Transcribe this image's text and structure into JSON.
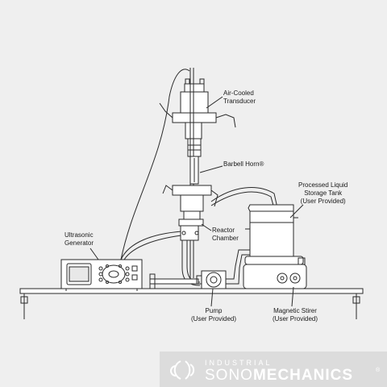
{
  "labels": {
    "transducer": [
      "Air-Cooled",
      "Transducer"
    ],
    "horn": "Barbell Horn®",
    "reactor": [
      "Reactor",
      "Chamber"
    ],
    "generator": [
      "Ultrasonic",
      "Generator"
    ],
    "tank": [
      "Processed Liquid",
      "Storage Tank",
      "(User Provided)"
    ],
    "pump": [
      "Pump",
      "(User Provided)"
    ],
    "stirer": [
      "Magnetic Stirer",
      "(User Provided)"
    ]
  },
  "logo": {
    "line1": "INDUSTRIAL",
    "line2_a": "SONO",
    "line2_b": "MECHANICS",
    "reg": "®"
  },
  "colors": {
    "background": "#efefef",
    "line": "#2a2a2a",
    "logo_band": "#dcdcdc",
    "logo_text": "#ffffff"
  }
}
